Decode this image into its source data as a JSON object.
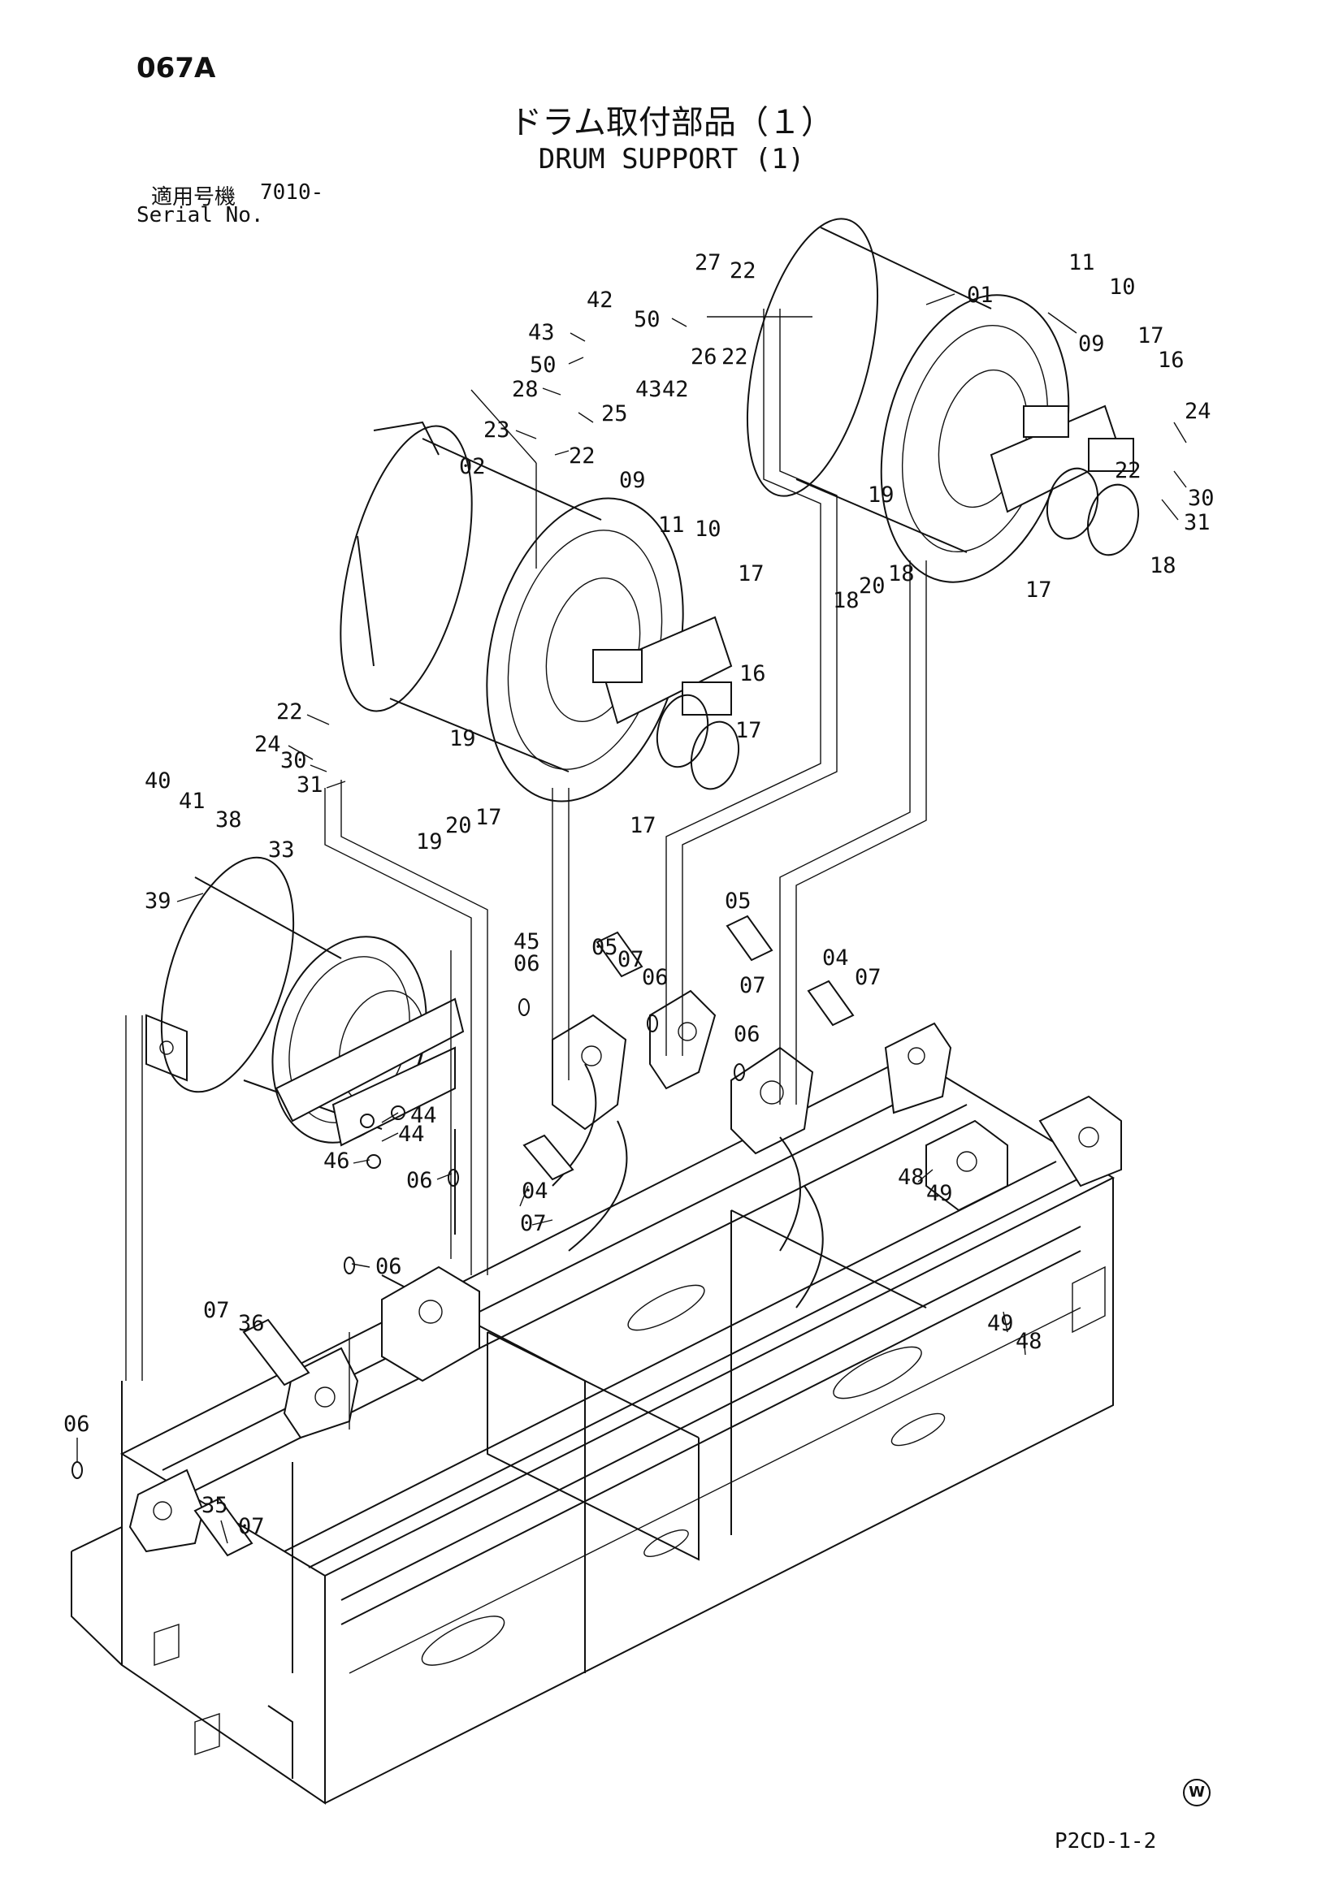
{
  "header": {
    "page_code": "067A",
    "title_jp": "ドラム取付部品（１）",
    "title_en": "DRUM SUPPORT (1)",
    "serial_label_jp": "適用号機",
    "serial_value": "7010-",
    "serial_label_en": "Serial No."
  },
  "footer": {
    "mark": "W",
    "page_ref": "P2CD-1-2"
  },
  "parts": [
    {
      "label": "27"
    },
    {
      "label": "22"
    },
    {
      "label": "11"
    },
    {
      "label": "10"
    },
    {
      "label": "01"
    },
    {
      "label": "42"
    },
    {
      "label": "43"
    },
    {
      "label": "50"
    },
    {
      "label": "26"
    },
    {
      "label": "22"
    },
    {
      "label": "09"
    },
    {
      "label": "17"
    },
    {
      "label": "16"
    },
    {
      "label": "50"
    },
    {
      "label": "43"
    },
    {
      "label": "42"
    },
    {
      "label": "28"
    },
    {
      "label": "25"
    },
    {
      "label": "24"
    },
    {
      "label": "23"
    },
    {
      "label": "22"
    },
    {
      "label": "22"
    },
    {
      "label": "30"
    },
    {
      "label": "31"
    },
    {
      "label": "19"
    },
    {
      "label": "02"
    },
    {
      "label": "09"
    },
    {
      "label": "11"
    },
    {
      "label": "10"
    },
    {
      "label": "18"
    },
    {
      "label": "20"
    },
    {
      "label": "18"
    },
    {
      "label": "18"
    },
    {
      "label": "17"
    },
    {
      "label": "17"
    },
    {
      "label": "16"
    },
    {
      "label": "22"
    },
    {
      "label": "24"
    },
    {
      "label": "17"
    },
    {
      "label": "30"
    },
    {
      "label": "19"
    },
    {
      "label": "31"
    },
    {
      "label": "19"
    },
    {
      "label": "20"
    },
    {
      "label": "17"
    },
    {
      "label": "17"
    },
    {
      "label": "40"
    },
    {
      "label": "41"
    },
    {
      "label": "38"
    },
    {
      "label": "33"
    },
    {
      "label": "39"
    },
    {
      "label": "05"
    },
    {
      "label": "45"
    },
    {
      "label": "05"
    },
    {
      "label": "07"
    },
    {
      "label": "06"
    },
    {
      "label": "06"
    },
    {
      "label": "07"
    },
    {
      "label": "04"
    },
    {
      "label": "07"
    },
    {
      "label": "06"
    },
    {
      "label": "44"
    },
    {
      "label": "44"
    },
    {
      "label": "46"
    },
    {
      "label": "06"
    },
    {
      "label": "04"
    },
    {
      "label": "07"
    },
    {
      "label": "48"
    },
    {
      "label": "49"
    },
    {
      "label": "06"
    },
    {
      "label": "07"
    },
    {
      "label": "36"
    },
    {
      "label": "49"
    },
    {
      "label": "48"
    },
    {
      "label": "06"
    },
    {
      "label": "35"
    },
    {
      "label": "07"
    }
  ]
}
